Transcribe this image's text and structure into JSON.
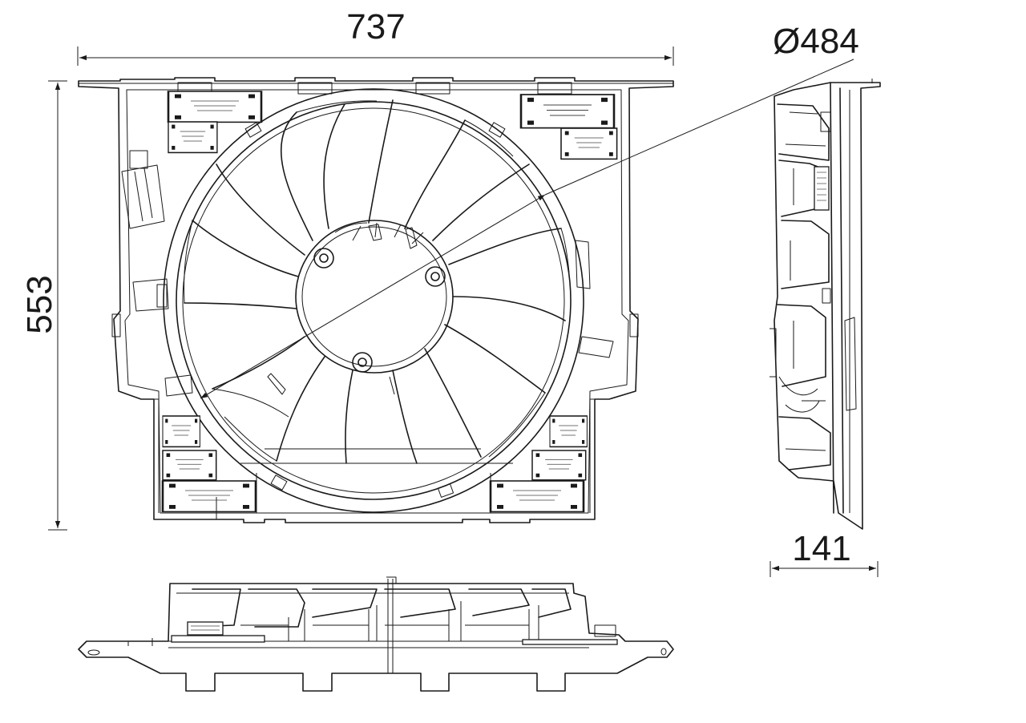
{
  "dimensions": {
    "width": "737",
    "height": "553",
    "diameter": "Ø484",
    "depth": "141"
  }
}
